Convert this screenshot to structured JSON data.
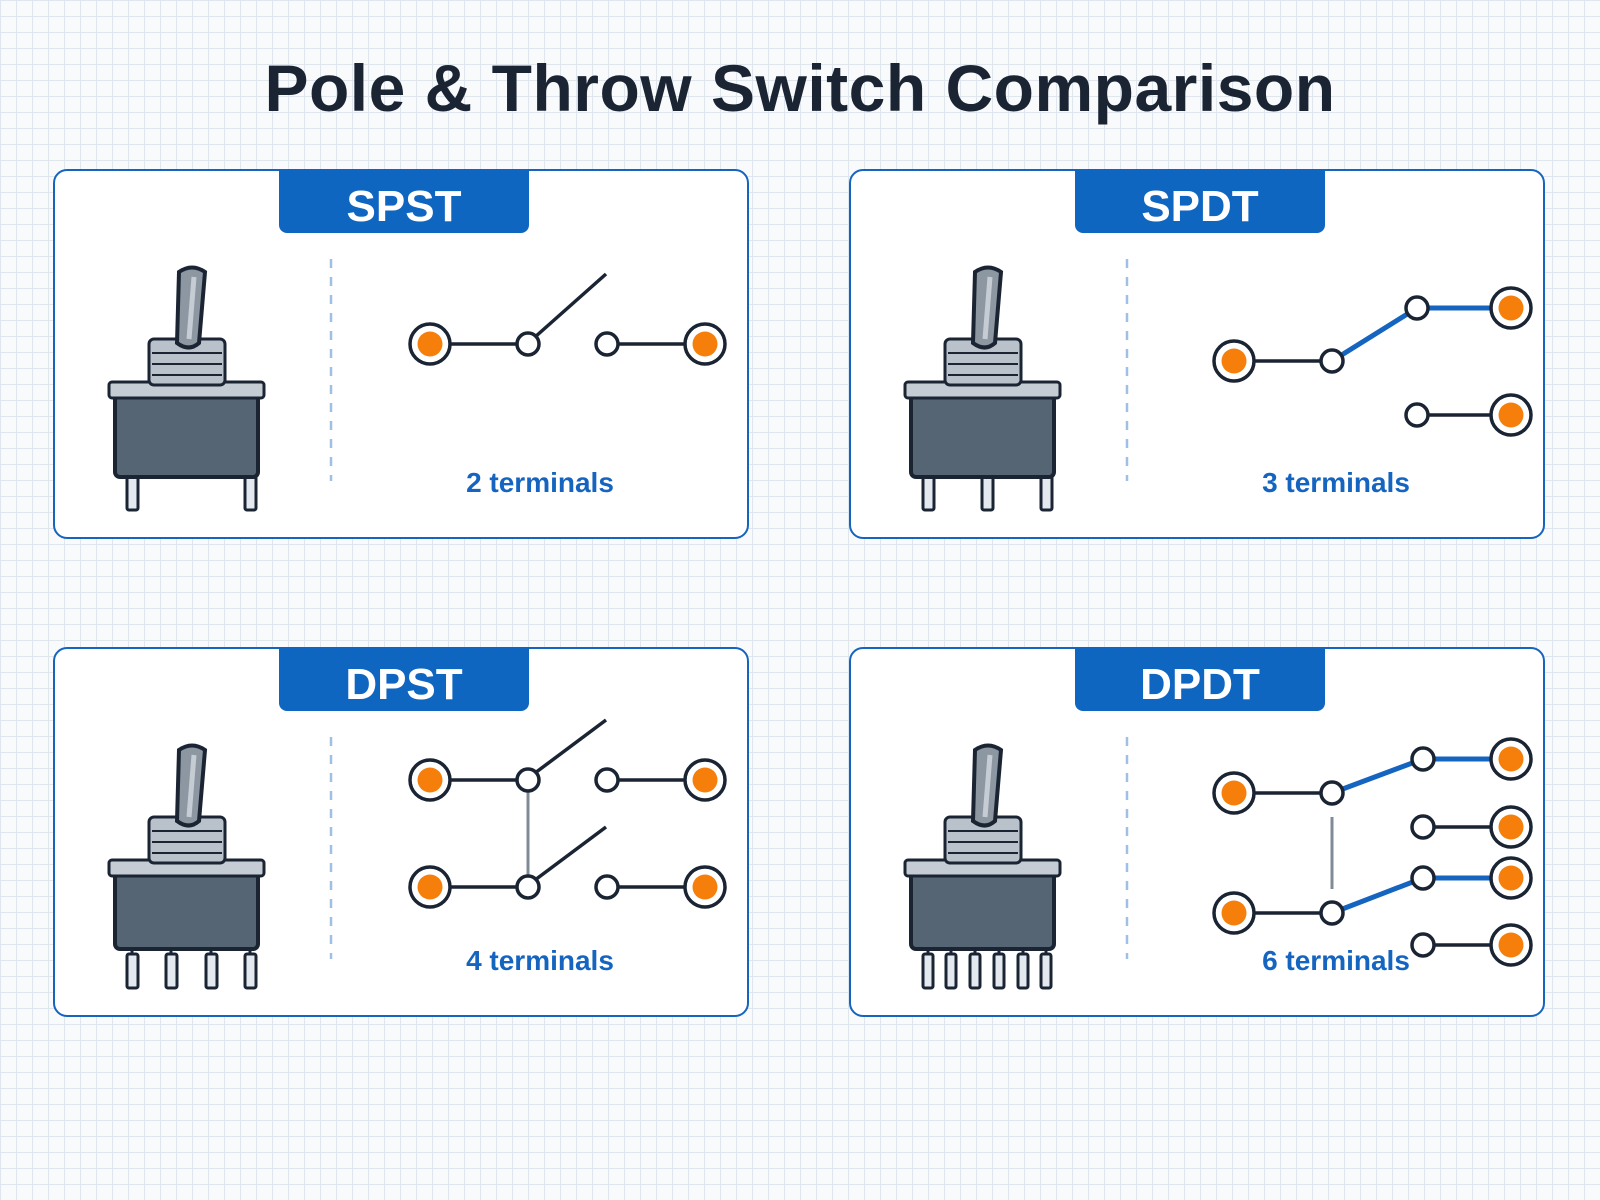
{
  "title": "Pole & Throw Switch Comparison",
  "colors": {
    "accent": "#0f66c0",
    "terminal": "#f57f0a",
    "wire": "#1a2433",
    "switch_body": "#566573"
  },
  "panels": [
    {
      "id": "spst",
      "label": "SPST",
      "terminals_text": "2 terminals"
    },
    {
      "id": "spdt",
      "label": "SPDT",
      "terminals_text": "3 terminals"
    },
    {
      "id": "dpst",
      "label": "DPST",
      "terminals_text": "4 terminals"
    },
    {
      "id": "dpdt",
      "label": "DPDT",
      "terminals_text": "6 terminals"
    }
  ]
}
